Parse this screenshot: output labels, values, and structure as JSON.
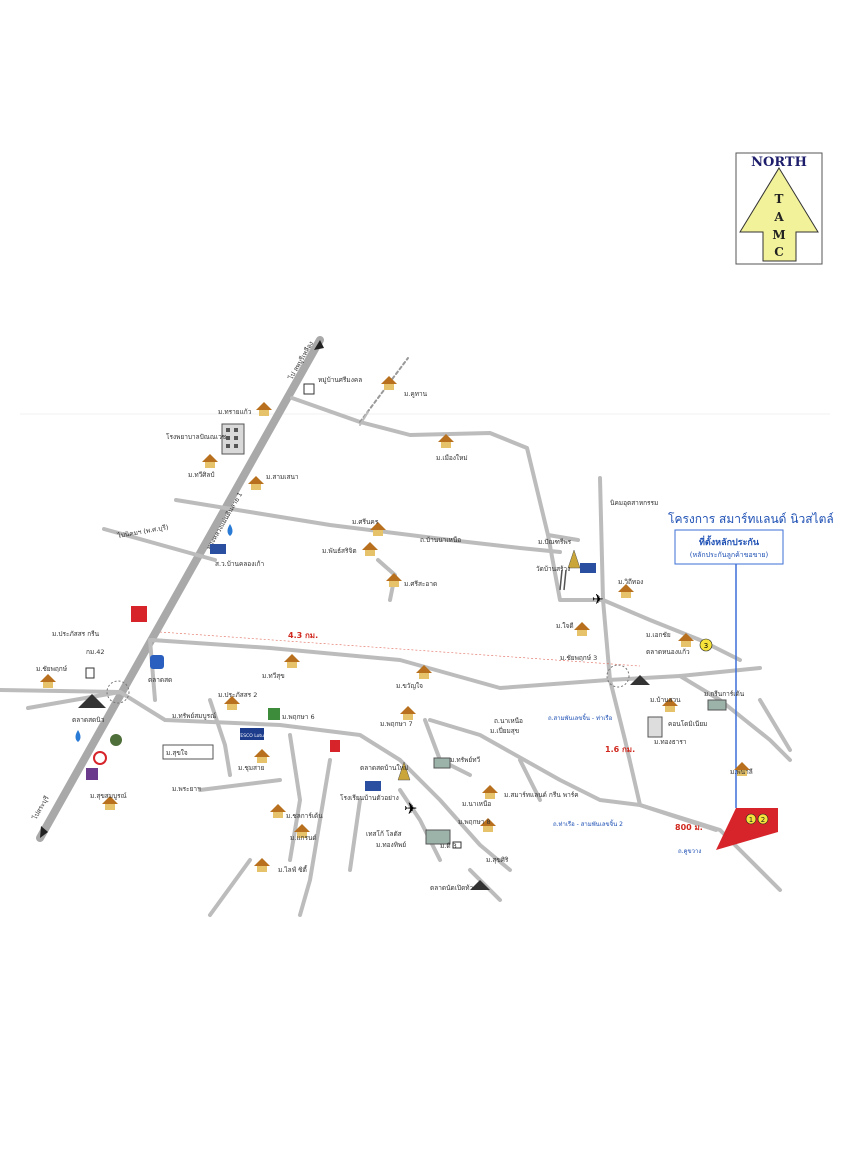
{
  "north_arrow": {
    "word": "NORTH",
    "letters": [
      "T",
      "A",
      "M",
      "C"
    ]
  },
  "project": {
    "title": "โครงการ สมาร์ทแลนด์ นิวสไตล์",
    "location_title": "ที่ตั้งหลักประกัน",
    "location_sub": "(หลักประกันลูกค้าขอขาย)"
  },
  "roads": {
    "to_top": "ไป ลพบุรีเหลือง",
    "to_bottom": "ไปสระบุรี",
    "to_left": "ไปนิคมฯ (พ.ศ.บุรี)",
    "highway_label": "ทางหลวงแผ่นดินสาย 1"
  },
  "distances": {
    "d1": "4.3 กม.",
    "d2": "1.6 กม.",
    "d3": "800 ม."
  },
  "blue_labels": {
    "b1": "ถ.สามพันเลขจิ้น - ท่าเรือ",
    "b2": "ถ.ท่าเรือ - สามพันเลขจิ้น 2",
    "b3": "ถ.คูขวาง"
  },
  "labels": {
    "l01": "หมู่บ้านศรีมงคล",
    "l02": "ม.คูทาน",
    "l03": "ม.ทรายแก้ว",
    "l04": "โรงพยาบาลปัณณเวช",
    "l05": "ม.เมืองใหม่",
    "l06": "ม.ทวีศิลป์",
    "l07": "ม.สามเสนา",
    "l08": "ม.ศรีนคร",
    "l09": "ถ.บ้านนาเหนือ",
    "l10": "ม.พันธ์สริจิต",
    "l11": "ม.ปัณฑรีพร",
    "l12": "ส.ว.บ้านคลองเก้า",
    "l13": "ม.ศรีสะอาด",
    "l14": "วัดบ้านสร้าง",
    "l15": "ม.วิถีทอง",
    "l16": "ม.ใจดี",
    "l17": "ม.เอกชัย",
    "l18": "ตลาดหนองแก้ว",
    "l19": "ม.ประภัสสร กรีน",
    "l20": "กม.42",
    "l21": "ตลาดสด",
    "l22": "ม.ชัยพฤกษ์",
    "l23": "ม.ทวีสุข",
    "l24": "ม.ขวัญใจ",
    "l25": "ม.ประภัสสร 2",
    "l26": "ม.บ้านสวน",
    "l27": "ม.กรีนการ์เด้น",
    "l28": "ม.ชัยพฤกษ์ 3",
    "l29": "ตลาดสดนิว",
    "l30": "ม.ทรัพย์สมบูรณ์",
    "l31": "ม.พฤกษา 6",
    "l32": "ม.พฤกษา 7",
    "l33": "ม.เปี่ยมสุข",
    "l34": "ม.สุขใจ",
    "l35": "ม.ทรัพย์ทวี",
    "l36": "ม.ชุมสาย",
    "l37": "ม.ทองธารา",
    "l38": "ม.พนาลี",
    "l39": "ม.สมาร์ทแลนด์ กรีน พาร์ค",
    "l40": "ม.สุขสมบูรณ์",
    "l41": "ม.นาเหนือ",
    "l42": "ตลาดสดบ้านใหม่",
    "l43": "โรงเรียนบ้านตัวอย่าง",
    "l44": "ม.ไลฟ์ ซิตี้",
    "l45": "ตลาดนัดเปิดท้าย",
    "l46": "ม.ชลการ์เด้น",
    "l47": "ม.แกรนด์",
    "l48": "เทสโก้ โลตัส",
    "l49": "ม.พระยาฯ",
    "l50": "ม.พฤกษา 8",
    "l51": "ถ.นาเหนือ",
    "l52": "ม.ดี 3",
    "l53": "คอนโดมิเนียม",
    "l54": "ม.ทองทิพย์",
    "l55": "ม.สุขศิริ",
    "l56": "นิคมอุตสาหกรรม"
  },
  "lotus_text": "TESCO Lotus",
  "target_numbers": [
    "1",
    "2"
  ],
  "circle_number": "3",
  "colors": {
    "road": "#bcbcbc",
    "main_road": "#a9a9a9",
    "arrow_fill": "#f2f29a",
    "distance_red": "#d0281e",
    "label_blue": "#1e50b4",
    "target_red": "#d6242a",
    "house_roof": "#b8701e"
  }
}
